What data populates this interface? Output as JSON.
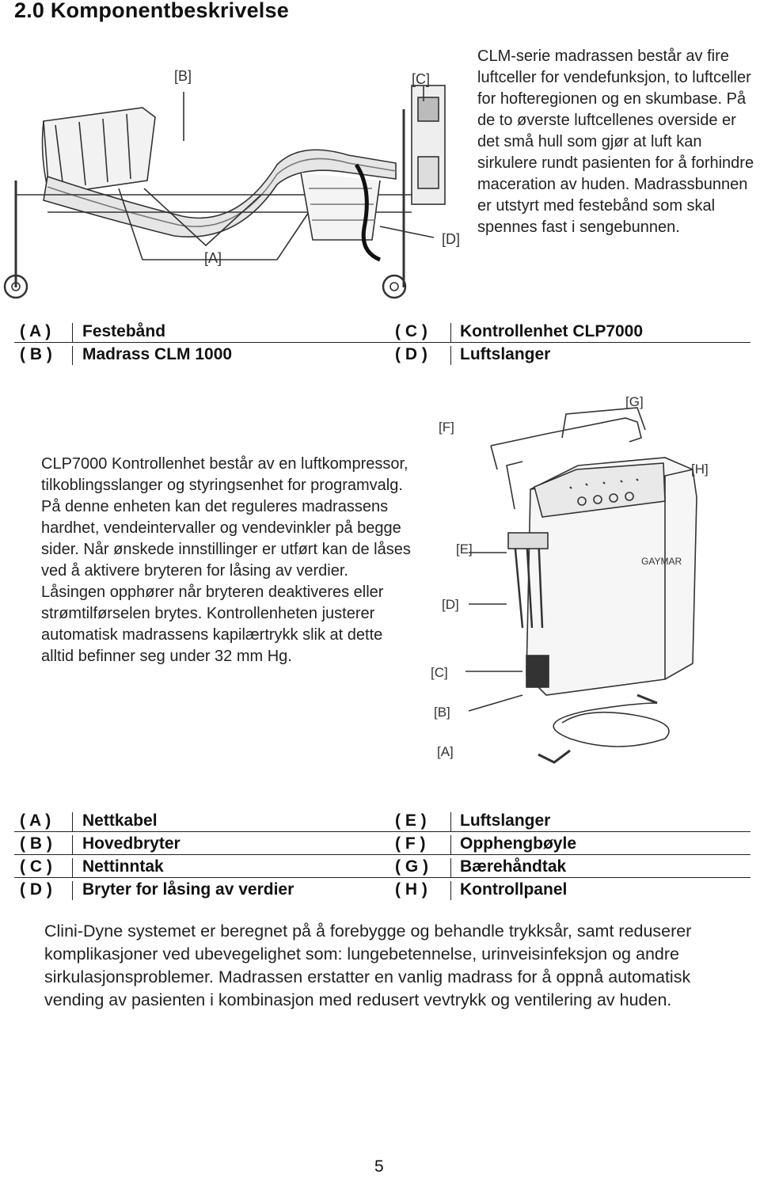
{
  "title": "2.0 Komponentbeskrivelse",
  "intro": "CLM-serie madrassen består av fire luftceller for vendefunksjon, to luftceller for hofteregionen og en skumbase. På de to øverste luftcellenes overside er det små hull som gjør at luft kan sirkulere rundt pasienten for å forhindre maceration av huden. Madrassbunnen er utstyrt med festebånd som skal spennes fast i sengebunnen.",
  "figure1": {
    "labels": {
      "a": "[A]",
      "b": "[B]",
      "c": "[C]",
      "d": "[D]"
    }
  },
  "legend1": [
    {
      "k1": "( A )",
      "v1": "Festebånd",
      "k2": "( C )",
      "v2": "Kontrollenhet CLP7000"
    },
    {
      "k1": "( B )",
      "v1": "Madrass CLM 1000",
      "k2": "( D )",
      "v2": "Luftslanger"
    }
  ],
  "clp_text": "CLP7000 Kontrollenhet består av en luftkompressor, tilkoblingsslanger og styringsenhet for programvalg. På denne enheten kan det reguleres madrassens hardhet, vendeintervaller og vendevinkler på begge sider. Når ønskede innstillinger er utført kan de låses ved å aktivere bryteren for låsing av verdier. Låsingen opphører når bryteren deaktiveres eller strømtilførselen brytes. Kontrollenheten justerer automatisk madrassens kapilærtrykk slik at dette alltid befinner seg under 32 mm Hg.",
  "figure2": {
    "labels": {
      "a": "[A]",
      "b": "[B]",
      "c": "[C]",
      "d": "[D]",
      "e": "[E]",
      "f": "[F]",
      "g": "[G]",
      "h": "[H]"
    },
    "brand": "GAYMAR"
  },
  "legend2": [
    {
      "k1": "( A )",
      "v1": "Nettkabel",
      "k2": "( E )",
      "v2": "Luftslanger"
    },
    {
      "k1": "( B )",
      "v1": "Hovedbryter",
      "k2": "( F )",
      "v2": "Opphengbøyle"
    },
    {
      "k1": "( C )",
      "v1": "Nettinntak",
      "k2": "( G )",
      "v2": "Bærehåndtak"
    },
    {
      "k1": "( D )",
      "v1": "Bryter for låsing av verdier",
      "k2": "( H )",
      "v2": "Kontrollpanel"
    }
  ],
  "summary": "Clini-Dyne systemet er beregnet på å forebygge og behandle trykksår, samt reduserer komplikasjoner ved ubevegelighet som: lungebetennelse, urinveisinfeksjon og andre sirkulasjonsproblemer. Madrassen erstatter en vanlig madrass for å oppnå automatisk vending av pasienten i kombinasjon med redusert vevtrykk og ventilering av huden.",
  "page_number": "5"
}
